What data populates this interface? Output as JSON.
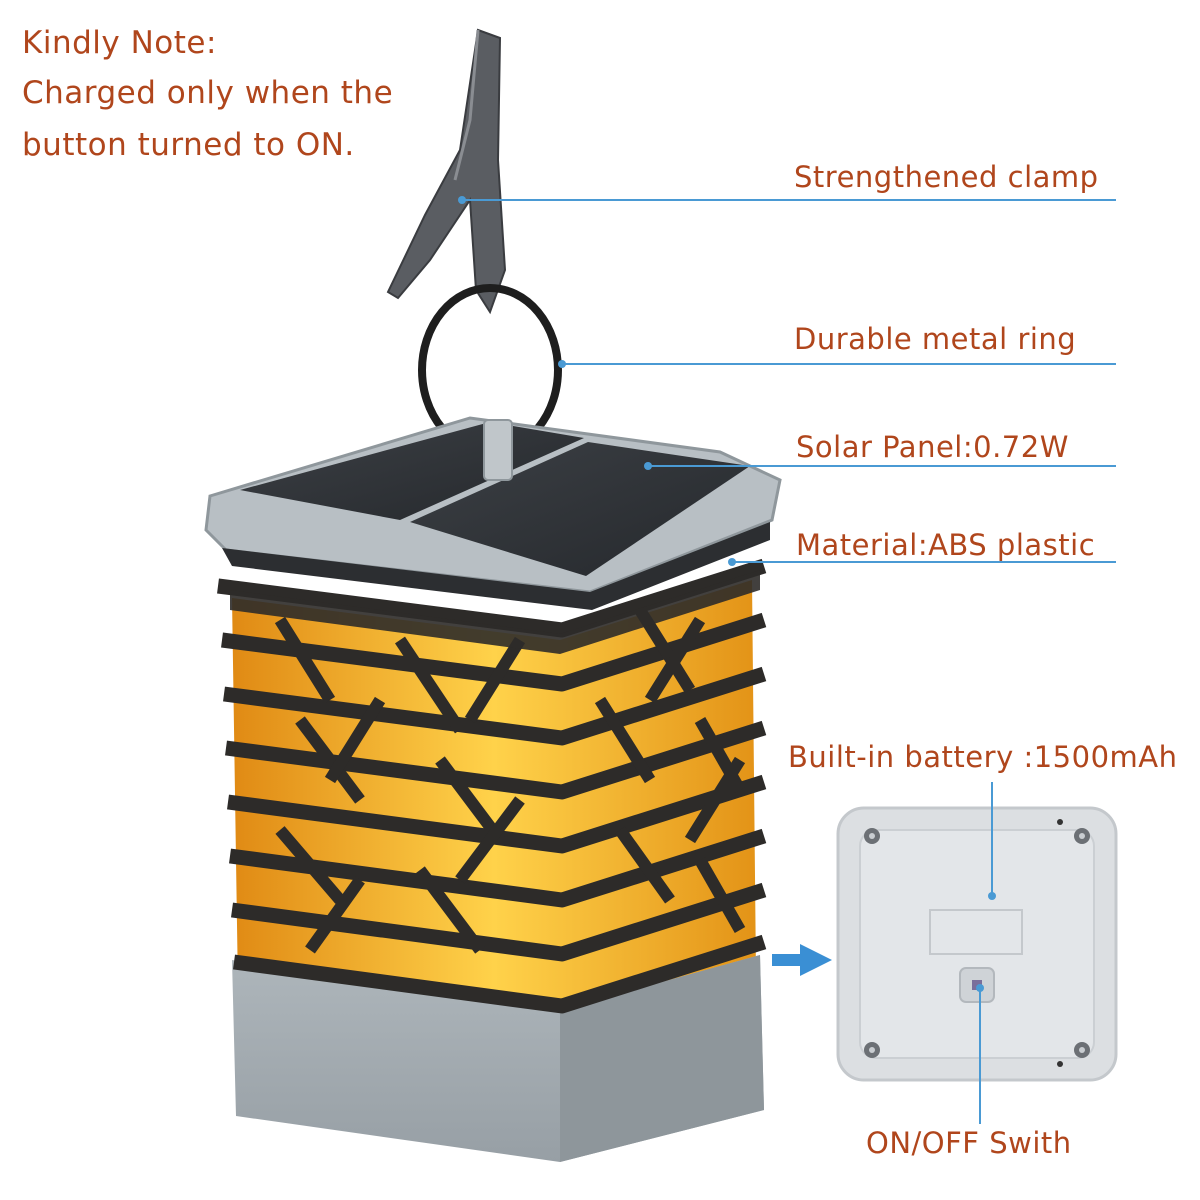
{
  "note": {
    "line1": "Kindly Note:",
    "line2": "Charged only when the",
    "line3": "button turned to ON."
  },
  "callouts": {
    "clamp": "Strengthened clamp",
    "ring": "Durable metal ring",
    "solar": "Solar Panel:0.72W",
    "material": "Material:ABS plastic",
    "battery": "Built-in battery :1500mAh",
    "switch": "ON/OFF Swith"
  },
  "colors": {
    "label_text": "#b0461c",
    "leader_line": "#4a9ad4",
    "arrow": "#3a8fd4",
    "glow": "#ffc43a",
    "cage": "#2d2b29",
    "housing": "#a9b0b5"
  },
  "icons": {
    "arrow": "right-arrow-icon"
  }
}
